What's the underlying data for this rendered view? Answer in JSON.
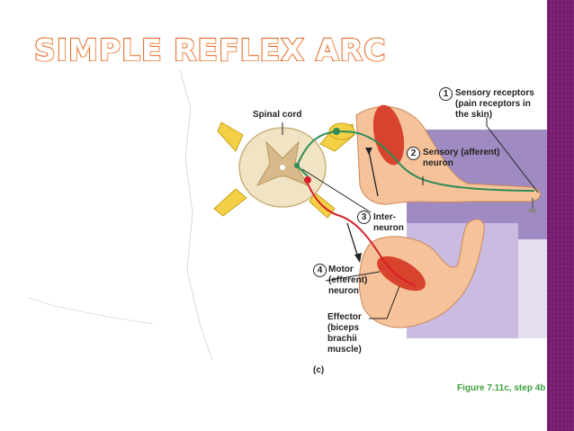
{
  "slide": {
    "title": "SIMPLE REFLEX ARC"
  },
  "labels": {
    "spinal_cord": "Spinal cord",
    "sensory_receptors": "Sensory receptors\n(pain receptors in\nthe skin)",
    "sensory_neuron": "Sensory (afferent)\nneuron",
    "interneuron": "Inter-\nneuron",
    "motor_neuron": "Motor\n(efferent)\nneuron",
    "effector": "Effector\n(biceps\nbrachii\nmuscle)",
    "panel": "(c)"
  },
  "steps": [
    "1",
    "2",
    "3",
    "4"
  ],
  "caption": "Figure 7.11c, step 4b",
  "colors": {
    "title_orange": "#e3611a",
    "band_purple": "#7a1c73",
    "panel_purple": "#9f8ac2",
    "panel_light": "#c9bce0",
    "skin": "#f6c29a",
    "muscle": "#d8432e",
    "sensory_green": "#2e8b57",
    "motor_red": "#d81f2a",
    "caption_green": "#3fa03f"
  }
}
